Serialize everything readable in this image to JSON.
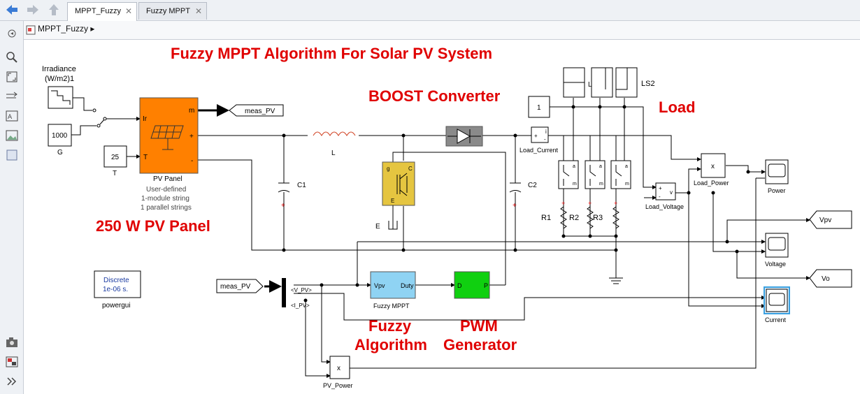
{
  "tabs": [
    {
      "label": "MPPT_Fuzzy",
      "active": true
    },
    {
      "label": "Fuzzy MPPT",
      "active": false
    }
  ],
  "breadcrumb": "MPPT_Fuzzy",
  "annotations": {
    "title": "Fuzzy MPPT Algorithm For Solar PV System",
    "boost": "BOOST Converter",
    "load": "Load",
    "pv_panel": "250 W PV Panel",
    "fuzzy_line1": "Fuzzy",
    "fuzzy_line2": "Algorithm",
    "pwm_line1": "PWM",
    "pwm_line2": "Generator"
  },
  "blocks": {
    "irradiance_label1": "Irradiance",
    "irradiance_label2": "(W/m2)1",
    "g_value": "1000",
    "g_label": "G",
    "t_value": "25",
    "t_label": "T",
    "pv_name": "PV Panel",
    "pv_sub1": "User-defined",
    "pv_sub2": "1-module string",
    "pv_sub3": "1 parallel strings",
    "pv_port_ir": "Ir",
    "pv_port_t": "T",
    "pv_port_m": "m",
    "pv_port_plus": "+",
    "pv_port_minus": "-",
    "meas_pv": "meas_PV",
    "inductor": "L",
    "c1": "C1",
    "c2": "C2",
    "igbt_e": "E",
    "igbt_g": "g",
    "igbt_c": "C",
    "one": "1",
    "ls2": "LS2",
    "load_current": "Load_Current",
    "load_voltage": "Load_Voltage",
    "load_power": "Load_Power",
    "r1": "R1",
    "r2": "R2",
    "r3": "R3",
    "power": "Power",
    "voltage": "Voltage",
    "current": "Current",
    "vpv": "Vpv",
    "vo": "Vo",
    "powergui_line1": "Discrete",
    "powergui_line2": "1e-06 s.",
    "powergui": "powergui",
    "v_pv": "<V_PV>",
    "i_pv": "<I_PV>",
    "fuzzy_block": "Fuzzy MPPT",
    "fuzzy_in": "Vpv",
    "fuzzy_out": "Duty",
    "pwm_d": "D",
    "pwm_p": "P",
    "pv_power": "PV_Power",
    "mult": "x",
    "sw_a": "a",
    "sw_m": "m",
    "i_port": "i",
    "v_port": "v",
    "plus": "+",
    "minus": "-"
  },
  "colors": {
    "pv": "#ff8000",
    "fuzzy": "#8fd3f3",
    "pwm": "#10d010",
    "igbt": "#e5c540",
    "annotation": "#e00000"
  }
}
